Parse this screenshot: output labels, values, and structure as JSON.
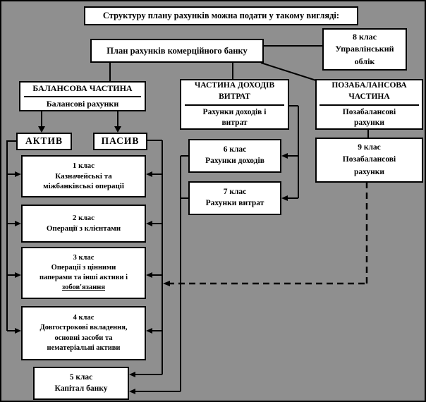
{
  "colors": {
    "background": "#8f8f8f",
    "box_background": "#ffffff",
    "line": "#000000",
    "text": "#000000"
  },
  "title": {
    "text": "Структуру плану рахунків можна подати у такому вигляді:"
  },
  "plan": {
    "text": "План рахунків комерційного  банку"
  },
  "class8": {
    "text": "8 клас\nУправлінський\nоблік"
  },
  "balance": {
    "header": "БАЛАНСОВА ЧАСТИНА",
    "sub": "Балансові рахунки"
  },
  "income": {
    "header": "ЧАСТИНА  ДОХОДІВ\nВИТРАТ",
    "sub": "Рахунки доходів і\nвитрат"
  },
  "offbalance": {
    "header": "ПОЗАБАЛАНСОВА\nЧАСТИНА",
    "sub": "Позабалансові\nрахунки"
  },
  "aktiv": {
    "text": "АКТИВ"
  },
  "pasiv": {
    "text": "ПАСИВ"
  },
  "class1": {
    "text": "1 клас\nКазначейські та\nміжбанківські операції"
  },
  "class2": {
    "text": "2 клас\nОперації  з клієнтами"
  },
  "class3": {
    "text": "3 клас\nОперації з цінними\nпаперами та інші активи і",
    "underlined": "зобов'язання"
  },
  "class4": {
    "text": "4 клас\nДовгострокові вкладення,\nосновні засоби та\nнематеріальні  активи"
  },
  "class5": {
    "text": "5 клас\nКапітал банку"
  },
  "class6": {
    "text": "6 клас\nРахунки доходів"
  },
  "class7": {
    "text": "7 клас\nРахунки витрат"
  },
  "class9": {
    "text": "9 клас\nПозабалансові\nрахунки"
  },
  "edges": [
    {
      "from": "plan-box",
      "to": "balance-box",
      "type": "line"
    },
    {
      "from": "plan-box",
      "to": "income-box",
      "type": "line"
    },
    {
      "from": "plan-box",
      "to": "class8-box",
      "type": "line"
    },
    {
      "from": "plan-box",
      "to": "offbalance-box",
      "type": "diagonal-line"
    },
    {
      "from": "balance-box",
      "to": "aktiv-box",
      "type": "arrow"
    },
    {
      "from": "balance-box",
      "to": "pasiv-box",
      "type": "arrow"
    },
    {
      "from": "aktiv-box",
      "to": "class1-box",
      "type": "arrow"
    },
    {
      "from": "aktiv-box",
      "to": "class2-box",
      "type": "arrow"
    },
    {
      "from": "aktiv-box",
      "to": "class3-box",
      "type": "arrow"
    },
    {
      "from": "aktiv-box",
      "to": "class4-box",
      "type": "arrow"
    },
    {
      "from": "pasiv-box",
      "to": "class1-box",
      "type": "arrow"
    },
    {
      "from": "pasiv-box",
      "to": "class2-box",
      "type": "arrow"
    },
    {
      "from": "pasiv-box",
      "to": "class3-box",
      "type": "arrow"
    },
    {
      "from": "pasiv-box",
      "to": "class4-box",
      "type": "arrow"
    },
    {
      "from": "pasiv-box",
      "to": "class5-box",
      "type": "arrow"
    },
    {
      "from": "income-box",
      "to": "class6-box",
      "type": "arrow"
    },
    {
      "from": "income-box",
      "to": "class7-box",
      "type": "arrow"
    },
    {
      "from": "class6-box",
      "to": "class5-box",
      "type": "arrow"
    },
    {
      "from": "class7-box",
      "to": "class5-box",
      "type": "arrow"
    },
    {
      "from": "offbalance-box",
      "to": "class9-box",
      "type": "line"
    },
    {
      "from": "class9-box",
      "to": "class3-box",
      "type": "dashed-arrow"
    }
  ]
}
